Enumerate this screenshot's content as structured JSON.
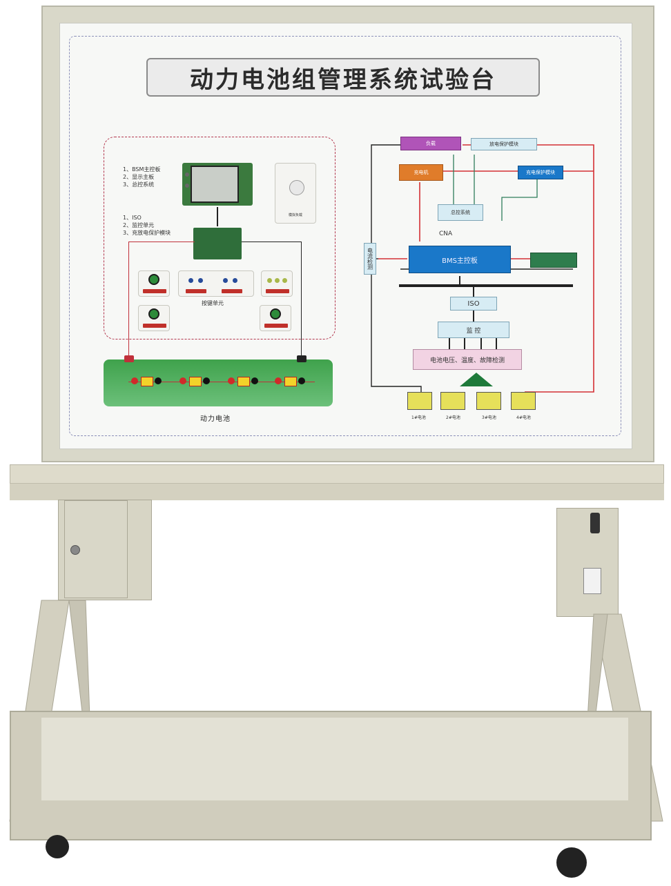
{
  "title": "动力电池组管理系统试验台",
  "left_panel": {
    "list1": [
      "1、BSM主控板",
      "2、显示主板",
      "3、总控系统"
    ],
    "list2": [
      "1、ISO",
      "2、监控单元",
      "3、充放电保护模块"
    ],
    "module_label": "模拟负载",
    "keys_label": "按键单元",
    "battery_label": "动力电池"
  },
  "diagram": {
    "load": "负载",
    "discharge_protect": "放电保护模块",
    "charger": "充电机",
    "charge_protect": "充电保护模块",
    "master_control": "总控系统",
    "cna": "CNA",
    "current_detect": "电流检测",
    "bms": "BMS主控板",
    "iso": "ISO",
    "monitor": "监 控",
    "detection": "电池电压、温度、故障检测",
    "cells": [
      "1#电池",
      "2#电池",
      "3#电池",
      "4#电池"
    ]
  },
  "colors": {
    "frame": "#d9d8c9",
    "panel": "#f7f8f6",
    "battery_green": "#4fae5c",
    "bms_blue": "#1a78c9",
    "load_purple": "#b054b8",
    "charger_orange": "#e07c2a",
    "wire_red": "#d42f34"
  }
}
